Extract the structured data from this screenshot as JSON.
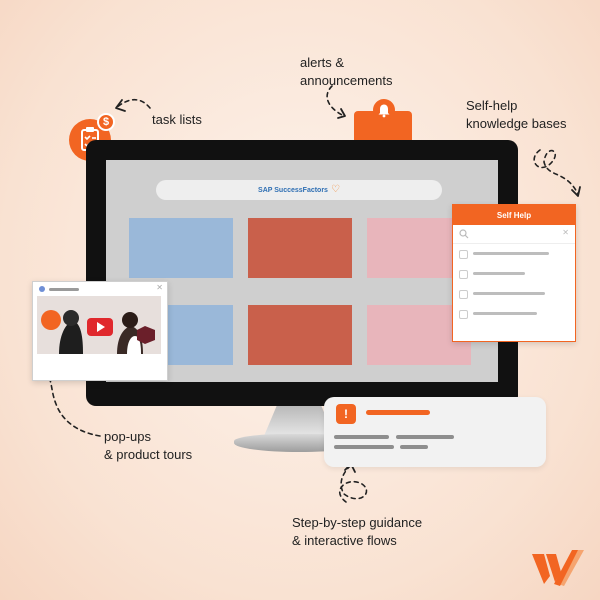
{
  "captions": {
    "alerts": [
      "alerts &",
      "announcements"
    ],
    "task_lists": "task lists",
    "self_help": [
      "Self-help",
      "knowledge bases"
    ],
    "popups": [
      "pop-ups",
      "& product tours"
    ],
    "guidance": [
      "Step-by-step guidance",
      "& interactive flows"
    ]
  },
  "screen": {
    "brand": "SAP SuccessFactors"
  },
  "self_help_panel": {
    "title": "Self Help"
  },
  "icons": {
    "task": "clipboard-checklist-icon",
    "coin": "$",
    "bell": "bell-icon",
    "info": "!",
    "logo": "whatfix-logo"
  },
  "colors": {
    "accent": "#f26522",
    "tile_blue": "#9ab8d9",
    "tile_red": "#c9604b",
    "tile_pink": "#e8b5bb"
  }
}
